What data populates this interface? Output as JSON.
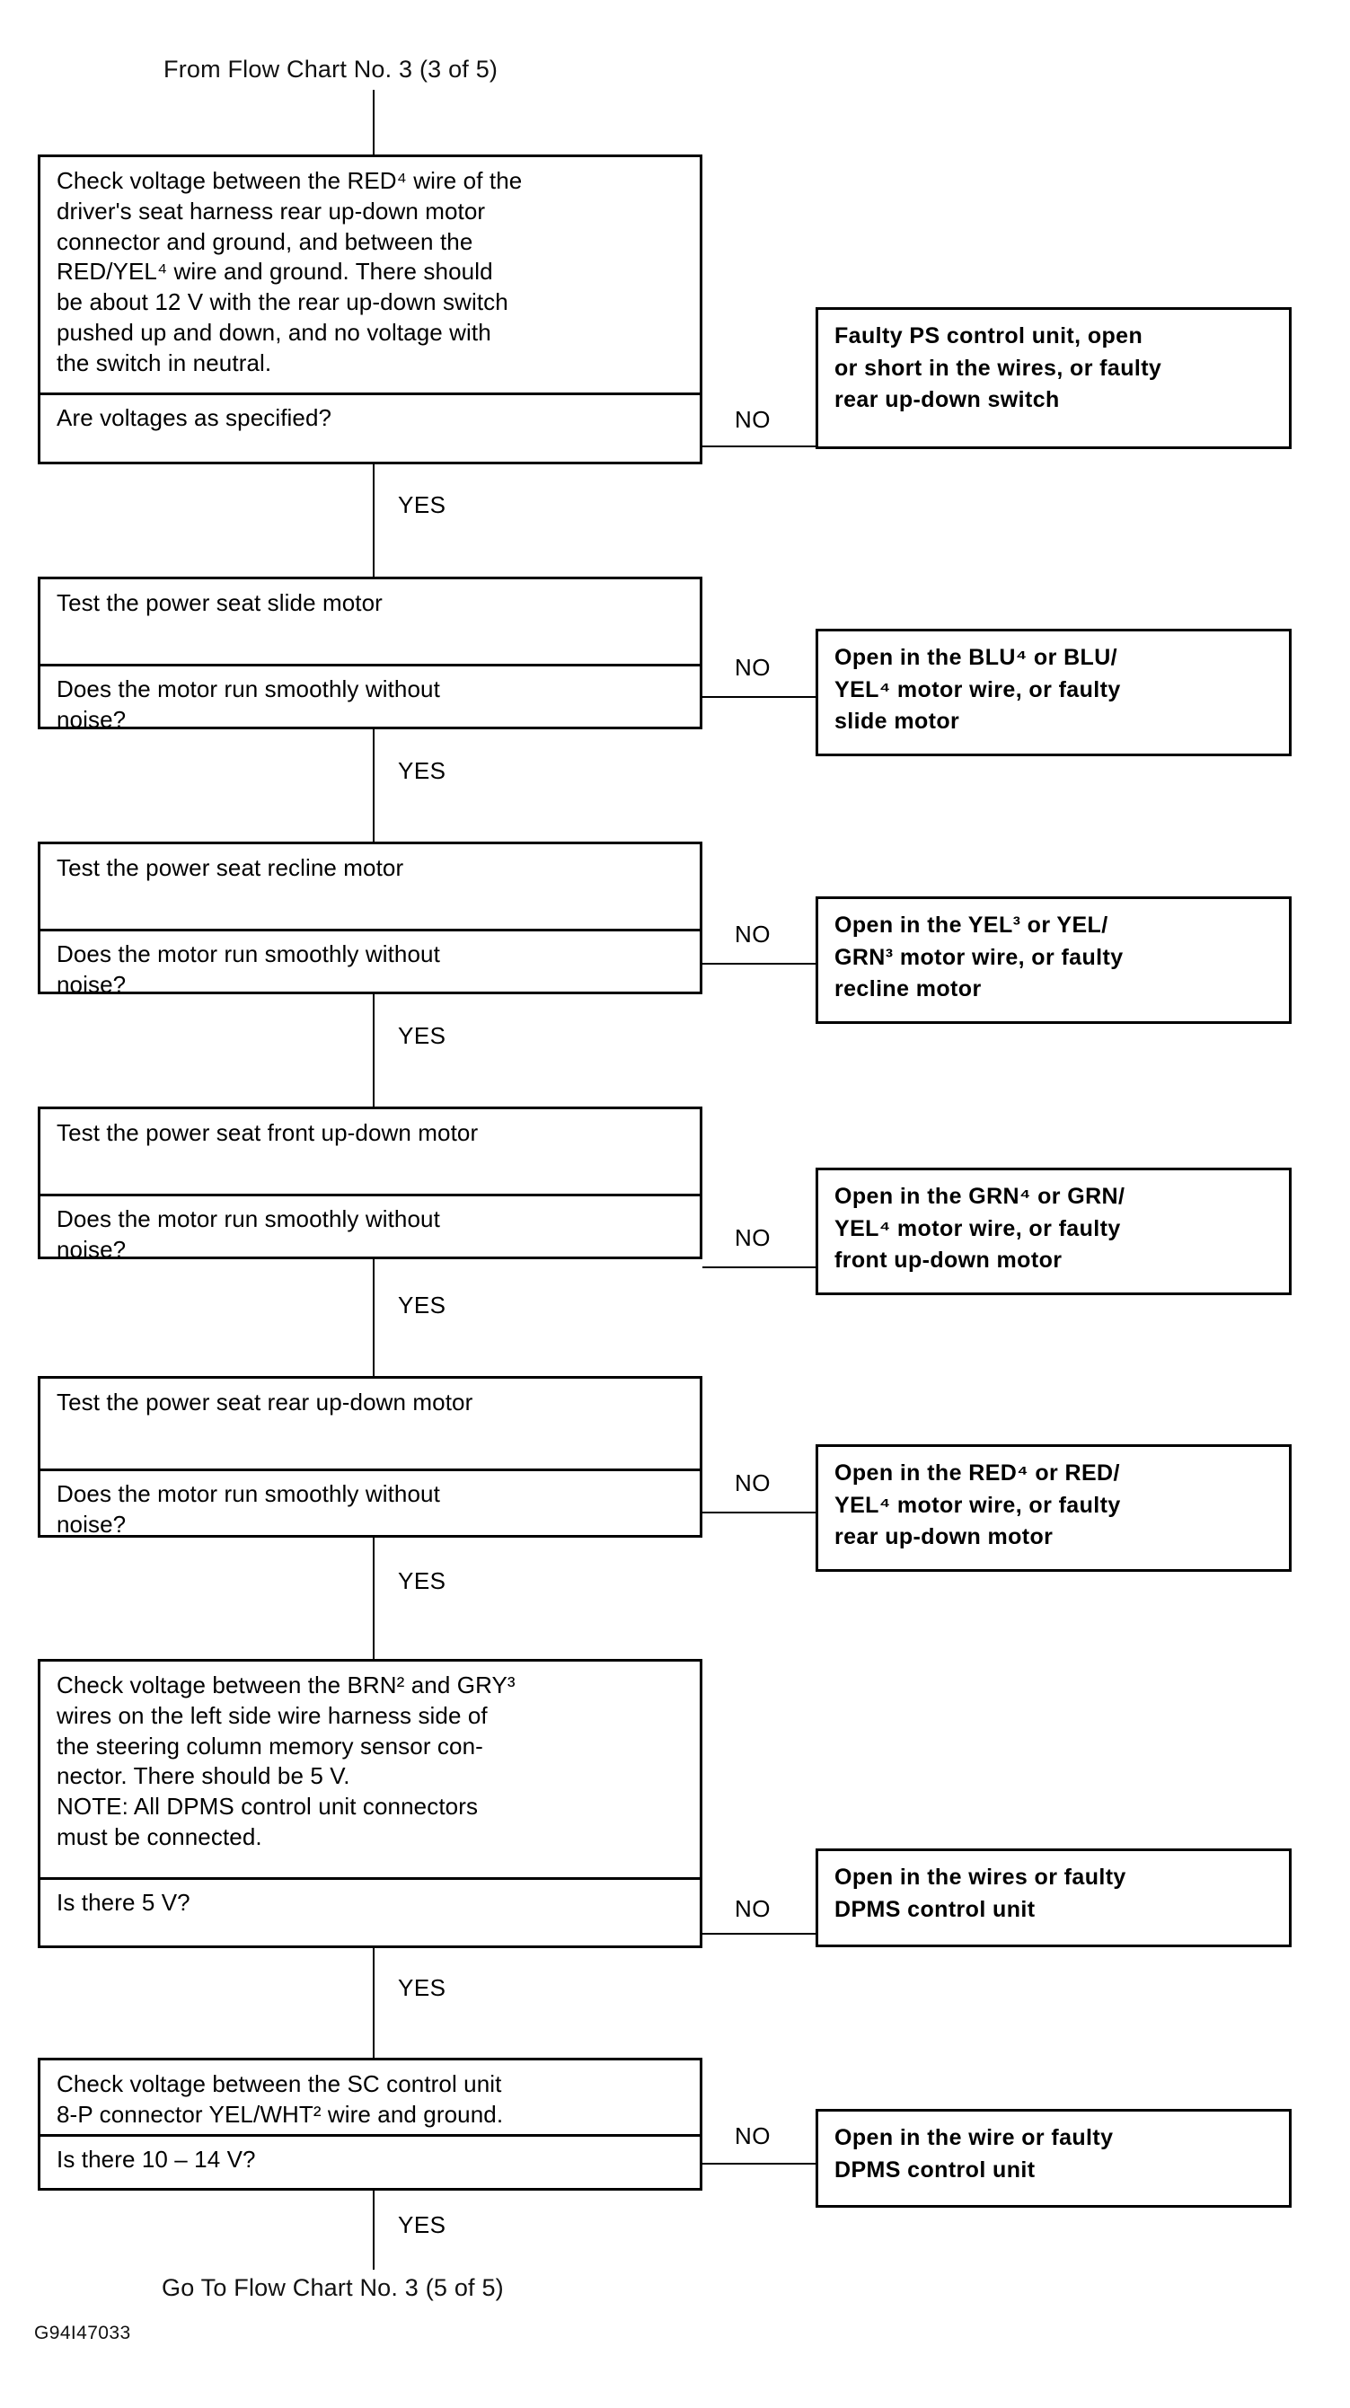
{
  "document": {
    "top_caption": "From Flow Chart No. 3 (3 of 5)",
    "bottom_caption": "Go To Flow Chart No. 3 (5 of 5)",
    "part_number": "G94I47033"
  },
  "labels": {
    "yes": "YES",
    "no": "NO"
  },
  "steps": [
    {
      "id": "step-1",
      "statement": "Check voltage between the RED⁴ wire of the driver's seat harness rear up-down motor connector and ground, and between the RED/YEL⁴ wire and ground. There should be about 12 V with the rear up-down switch pushed up and down, and no voltage with the switch in neutral.",
      "question": "Are voltages as specified?",
      "no_outcome": "Faulty PS control unit, open or short in the wires, or faulty rear up-down switch",
      "yes_label": "YES",
      "no_label": "NO"
    },
    {
      "id": "step-2",
      "statement": "Test the power seat slide motor",
      "question": "Does the motor run smoothly without noise?",
      "no_outcome": "Open in the BLU⁴ or BLU/YEL⁴ motor wire, or faulty slide motor",
      "yes_label": "YES",
      "no_label": "NO"
    },
    {
      "id": "step-3",
      "statement": "Test the power seat recline motor",
      "question": "Does the motor run smoothly without noise?",
      "no_outcome": "Open in the YEL³ or YEL/GRN³ motor wire, or faulty recline motor",
      "yes_label": "YES",
      "no_label": "NO"
    },
    {
      "id": "step-4",
      "statement": "Test the power seat front up-down motor",
      "question": "Does the motor run smoothly without noise?",
      "no_outcome": "Open in the GRN⁴ or GRN/YEL⁴ motor wire, or faulty front up-down motor",
      "yes_label": "YES",
      "no_label": "NO"
    },
    {
      "id": "step-5",
      "statement": "Test the power seat rear up-down motor",
      "question": "Does the motor run smoothly without noise?",
      "no_outcome": "Open in the RED⁴ or RED/YEL⁴ motor wire, or faulty rear up-down motor",
      "yes_label": "YES",
      "no_label": "NO"
    },
    {
      "id": "step-6",
      "statement": "Check voltage between the BRN² and GRY³ wires on the left side wire harness side of the steering column memory sensor connector. There should be 5 V. NOTE: All DPMS control unit connectors must be connected.",
      "question": "Is there 5 V?",
      "no_outcome": "Open in the wires or faulty DPMS control unit",
      "yes_label": "YES",
      "no_label": "NO"
    },
    {
      "id": "step-7",
      "statement": "Check voltage between the SC control unit 8-P connector YEL/WHT² wire and ground.",
      "question": "Is there 10 – 14 V?",
      "no_outcome": "Open in the wire or faulty DPMS control unit",
      "yes_label": "YES",
      "no_label": "NO"
    }
  ],
  "step1_lines": [
    "Check voltage between the RED⁴ wire of the",
    "driver's seat harness rear up-down motor",
    "connector and ground, and between the",
    "RED/YEL⁴ wire and ground. There should",
    "be about 12 V with the rear up-down switch",
    "pushed up and down, and no voltage with",
    "the switch in neutral."
  ],
  "step6_lines": [
    "Check voltage between the BRN² and GRY³",
    "wires on the left side wire harness side of",
    "the steering column memory sensor con-",
    "nector. There should be 5 V.",
    "NOTE: All DPMS control unit connectors",
    "must be connected."
  ],
  "step7_lines": [
    "Check voltage between the SC control unit",
    "8-P connector YEL/WHT² wire and ground."
  ],
  "motor_question_lines": [
    "Does the motor run smoothly without",
    "noise?"
  ],
  "outcomes": {
    "o1": [
      "Faulty PS control unit, open",
      "or short in the wires, or faulty",
      "rear up-down switch"
    ],
    "o2": [
      "Open in the BLU⁴ or BLU/",
      "YEL⁴ motor wire, or faulty",
      "slide motor"
    ],
    "o3": [
      "Open in the YEL³ or YEL/",
      "GRN³ motor wire, or faulty",
      "recline motor"
    ],
    "o4": [
      "Open in the GRN⁴ or GRN/",
      "YEL⁴ motor wire, or faulty",
      "front up-down motor"
    ],
    "o5": [
      "Open in the RED⁴ or RED/",
      "YEL⁴ motor wire, or faulty",
      "rear up-down motor"
    ],
    "o6": [
      "Open in the wires or faulty",
      "DPMS control unit"
    ],
    "o7": [
      "Open in the wire or faulty",
      "DPMS control unit"
    ]
  },
  "colors": {
    "ink": "#000000",
    "paper": "#ffffff"
  }
}
